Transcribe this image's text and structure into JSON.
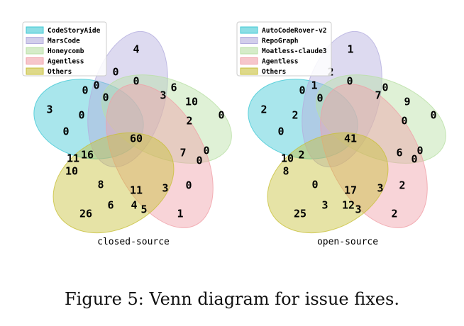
{
  "figure": {
    "caption": "Figure 5: Venn diagram for issue fixes."
  },
  "diagrams": [
    {
      "id": "left",
      "subtitle": "closed-source",
      "legend": [
        "CodeStoryAide",
        "MarsCode",
        "Honeycomb",
        "Agentless",
        "Others"
      ],
      "colors": [
        "#40c8d4",
        "#b4aede",
        "#b9e0a5",
        "#f0a0a8",
        "#c8c03a"
      ],
      "regions": [
        "4",
        "3",
        "0",
        "1",
        "26",
        "0",
        "0",
        "0",
        "0",
        "0",
        "6",
        "10",
        "2",
        "7",
        "0",
        "0",
        "11",
        "10",
        "16",
        "8",
        "6",
        "4",
        "5",
        "11",
        "3",
        "0",
        "0",
        "3",
        "60",
        "0"
      ]
    },
    {
      "id": "right",
      "subtitle": "open-source",
      "legend": [
        "AutoCodeRover-v2",
        "RepoGraph",
        "Moatless-claude3",
        "Agentless",
        "Others"
      ],
      "colors": [
        "#40c8d4",
        "#b4aede",
        "#b9e0a5",
        "#f0a0a8",
        "#c8c03a"
      ],
      "regions": [
        "1",
        "2",
        "0",
        "2",
        "25",
        "1",
        "2",
        "0",
        "0",
        "0",
        "0",
        "9",
        "0",
        "6",
        "0",
        "0",
        "10",
        "8",
        "2",
        "0",
        "3",
        "12",
        "3",
        "17",
        "3",
        "2",
        "0",
        "7",
        "41",
        "2"
      ]
    }
  ]
}
